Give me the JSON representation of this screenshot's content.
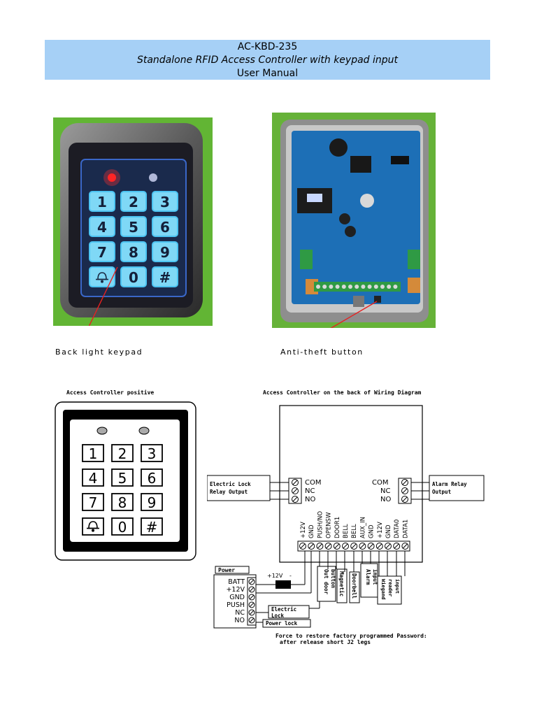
{
  "header": {
    "model": "AC-KBD-235",
    "subtitle": "Standalone RFID Access Controller with keypad input",
    "doc_type": "User Manual"
  },
  "captions": {
    "backlight": "Back light keypad",
    "antitheft": "Anti-theft button"
  },
  "diagrams": {
    "front_title": "Access Controller positive",
    "back_title": "Access Controller on the back of Wiring Diagram"
  },
  "keypad": {
    "keys": [
      "1",
      "2",
      "3",
      "4",
      "5",
      "6",
      "7",
      "8",
      "9",
      "",
      "0",
      "#"
    ]
  },
  "wiring": {
    "relay_terminals": [
      "COM",
      "NC",
      "NO"
    ],
    "electric_lock_relay": [
      "Electric Lock",
      "Relay Output"
    ],
    "alarm_relay": [
      "Alarm Relay",
      "Output"
    ],
    "terminal_strip": [
      "+12V",
      "GND",
      "PUSH/NO",
      "OPENSW",
      "DOOR1",
      "BELL",
      "BELL",
      "AUX_IN",
      "GND",
      "+12V",
      "GND",
      "DATA0",
      "DATA1"
    ],
    "power_title": "Power",
    "power_terminals": [
      "BATT",
      "+12V",
      "GND",
      "PUSH",
      "NC",
      "NO"
    ],
    "battery_label": "+12V",
    "battery_minus": "-",
    "electric_lock": [
      "Electric",
      "Lock"
    ],
    "power_lock": "Power lock",
    "out_door": [
      "Out door",
      "button"
    ],
    "magnetic": "Magnetic",
    "doorbell": "Doorbell",
    "alarm_input": [
      "Alarm",
      "input"
    ],
    "wiegand": [
      "Wiegand",
      "reader",
      "input"
    ],
    "footnote": [
      "Force to restore factory programmed Password:",
      "after  release  short J2 legs"
    ]
  },
  "colors": {
    "header_bg": "#a6d0f6",
    "pcb_blue": "#1d6fb6",
    "terminal_green": "#2f9a44",
    "photo_bg": "#5fb22f",
    "key_glow": "#4cc4f2",
    "led_red": "#ff2020"
  }
}
